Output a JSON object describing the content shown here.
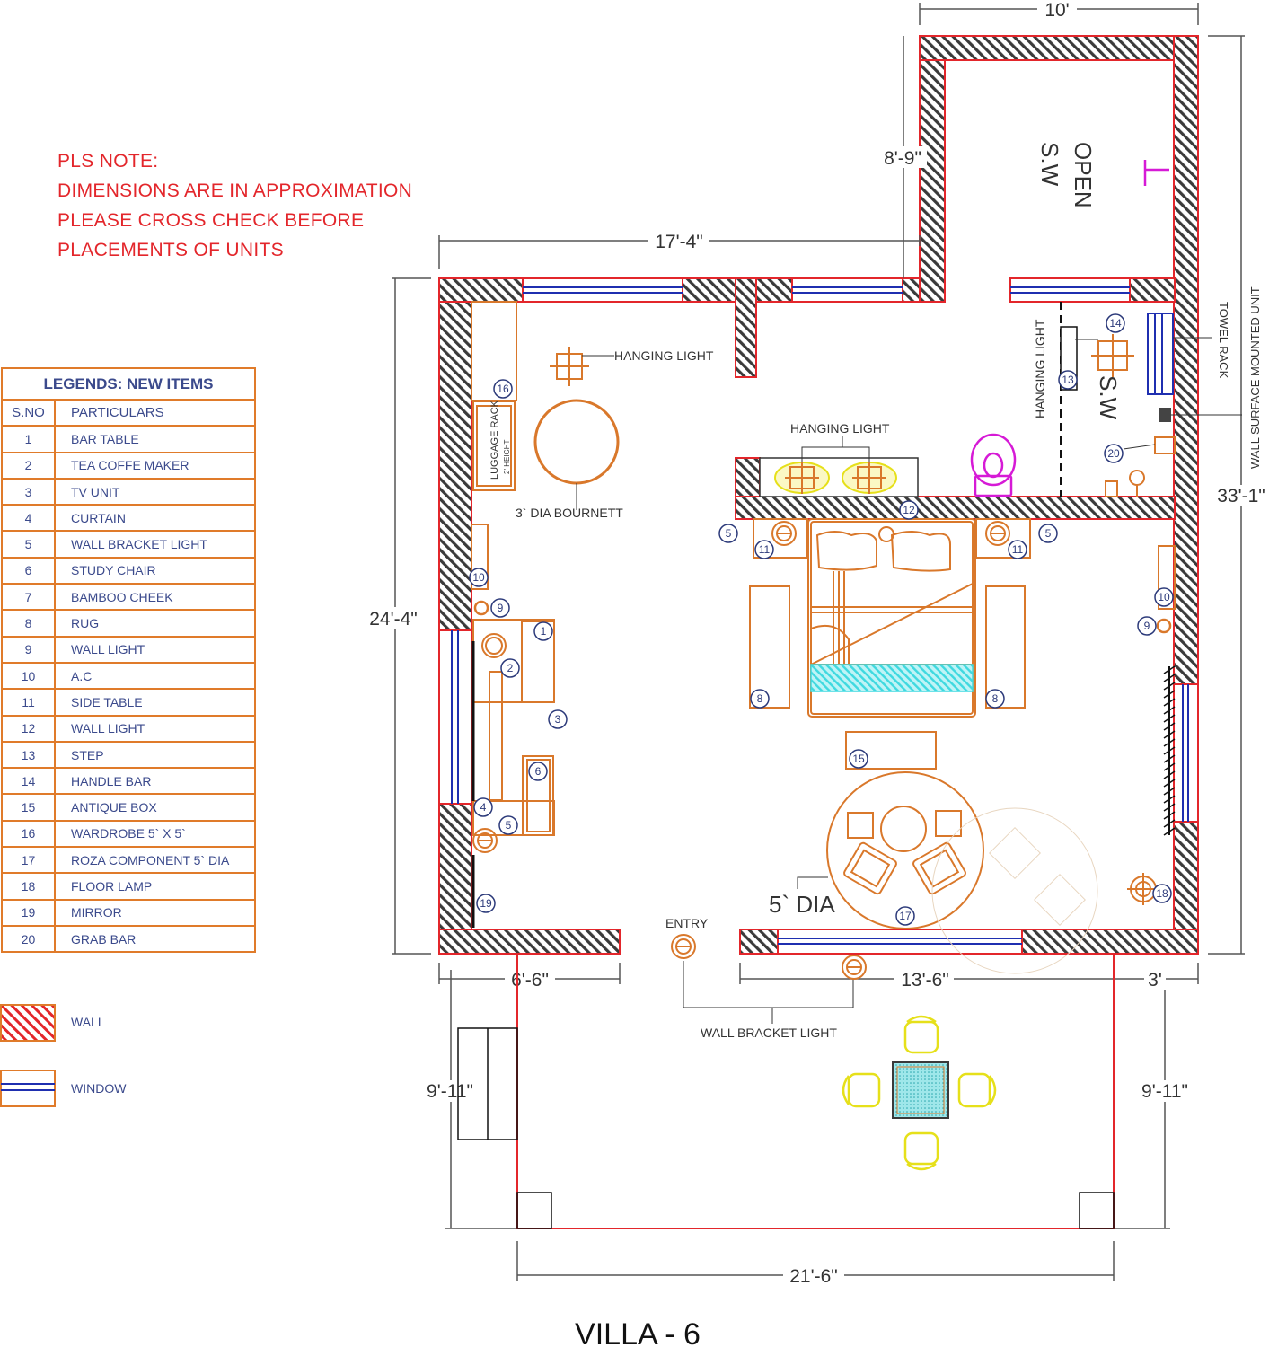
{
  "notes": {
    "line1": "PLS NOTE:",
    "line2": "DIMENSIONS ARE IN APPROXIMATION",
    "line3": "PLEASE CROSS CHECK BEFORE",
    "line4": "PLACEMENTS OF UNITS"
  },
  "legend": {
    "title": "LEGENDS: NEW ITEMS",
    "col_sno": "S.NO",
    "col_particulars": "PARTICULARS",
    "items": [
      {
        "sno": "1",
        "name": "BAR TABLE"
      },
      {
        "sno": "2",
        "name": "TEA COFFE MAKER"
      },
      {
        "sno": "3",
        "name": "TV UNIT"
      },
      {
        "sno": "4",
        "name": "CURTAIN"
      },
      {
        "sno": "5",
        "name": "WALL BRACKET LIGHT"
      },
      {
        "sno": "6",
        "name": "STUDY CHAIR"
      },
      {
        "sno": "7",
        "name": "BAMBOO CHEEK"
      },
      {
        "sno": "8",
        "name": "RUG"
      },
      {
        "sno": "9",
        "name": "WALL LIGHT"
      },
      {
        "sno": "10",
        "name": "A.C"
      },
      {
        "sno": "11",
        "name": "SIDE TABLE"
      },
      {
        "sno": "12",
        "name": "WALL LIGHT"
      },
      {
        "sno": "13",
        "name": "STEP"
      },
      {
        "sno": "14",
        "name": "HANDLE BAR"
      },
      {
        "sno": "15",
        "name": "ANTIQUE BOX"
      },
      {
        "sno": "16",
        "name": "WARDROBE 5` X 5`"
      },
      {
        "sno": "17",
        "name": "ROZA COMPONENT  5` DIA"
      },
      {
        "sno": "18",
        "name": "FLOOR LAMP"
      },
      {
        "sno": "19",
        "name": "MIRROR"
      },
      {
        "sno": "20",
        "name": "GRAB BAR"
      }
    ],
    "wall_label": "WALL",
    "window_label": "WINDOW"
  },
  "dimensions": {
    "top_width": "10'",
    "upper_height": "8'-9\"",
    "room_width": "17'-4\"",
    "room_height": "24'-4\"",
    "total_height": "33'-1\"",
    "bottom_left": "6'-6\"",
    "bottom_mid": "13'-6\"",
    "bottom_right": "3'",
    "deck_left": "9'-11\"",
    "deck_right": "9'-11\"",
    "deck_width": "21'-6\""
  },
  "labels": {
    "open_sw": "OPEN",
    "open_sw2": "S.W",
    "sw": "S.W",
    "hanging_light_1": "HANGING LIGHT",
    "hanging_light_2": "HANGING LIGHT",
    "hanging_light_3": "HANGING LIGHT",
    "bournett": "3` DIA BOURNETT",
    "luggage_rack": "LUGGAGE RACK",
    "luggage_height": "2' HEIGHT",
    "five_dia": "5` DIA",
    "entry": "ENTRY",
    "wall_bracket_light": "WALL BRACKET LIGHT",
    "towel_rack": "TOWEL RACK",
    "wall_surface_unit": "WALL SURFACE MOUNTED UNIT",
    "title": "VILLA - 6"
  },
  "colors": {
    "wall_red": "#e3262b",
    "hatch_dark": "#3a3a3a",
    "furniture_orange": "#d9782b",
    "window_blue": "#1f2fb0",
    "tag_blue": "#2c3a7a",
    "rug_cyan": "#3fd9e0",
    "outdoor_yellow": "#e6e01a",
    "bathroom_magenta": "#d61ad6"
  }
}
